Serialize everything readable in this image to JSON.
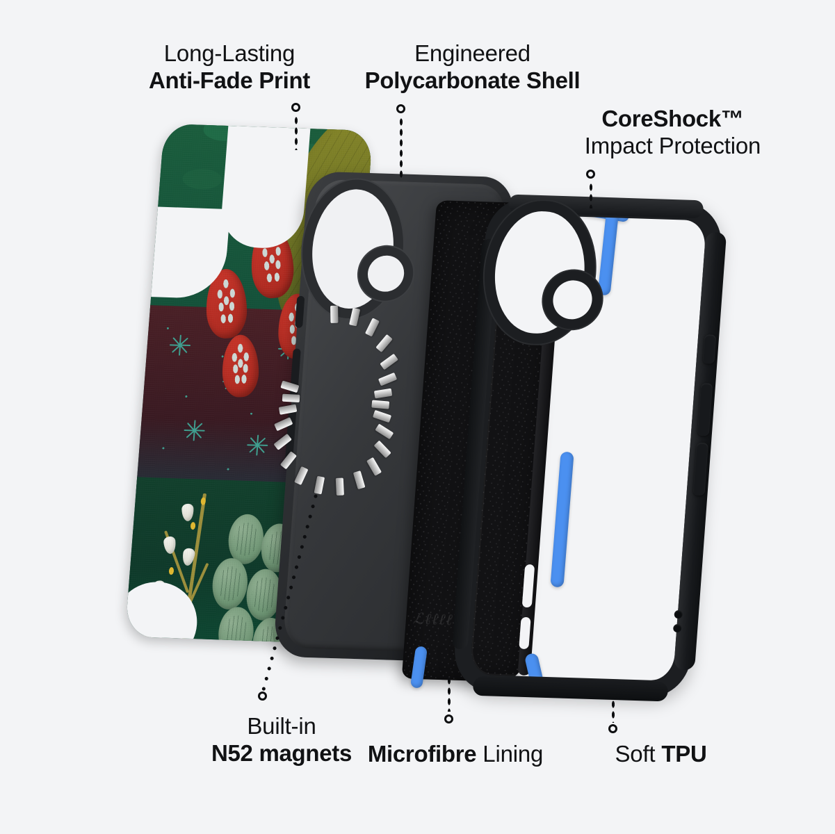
{
  "meta": {
    "subject": "Exploded view of a protective phone case showing its construction layers",
    "background_color": "#f3f4f6",
    "text_color": "#111214",
    "accent_blue": "#4b90f0",
    "shell_black": "#1c1e21",
    "magnet_silver": "#c9c9c9"
  },
  "callouts": [
    {
      "id": "print",
      "line1": "Long-Lasting",
      "line2": "Anti-Fade Print",
      "bold": "line2",
      "position": "top-left",
      "connector": "below-center"
    },
    {
      "id": "shell",
      "line1": "Engineered",
      "line2": "Polycarbonate Shell",
      "bold": "line2",
      "position": "top-center",
      "connector": "below-center"
    },
    {
      "id": "coreshock",
      "line1": "CoreShock™",
      "line2": "Impact Protection",
      "bold": "line1",
      "position": "top-right",
      "connector": "below-left"
    },
    {
      "id": "magnets",
      "line1": "Built-in",
      "line2": "N52 magnets",
      "bold": "line2",
      "position": "bottom-left",
      "connector": "above-center-diagonal"
    },
    {
      "id": "microfibre",
      "line1": "Microfibre",
      "line2": " Lining",
      "bold": "line1",
      "inline": true,
      "position": "bottom-center",
      "connector": "above-center"
    },
    {
      "id": "tpu",
      "line1": "Soft ",
      "line2": "TPU",
      "bold": "line2",
      "inline": true,
      "position": "bottom-right",
      "connector": "above-center"
    }
  ],
  "layers": [
    {
      "name": "printed-back-plate",
      "label": "Anti-Fade Print",
      "description": "Botanical illustration printed panel: dark green foliage, olive leaf, red seed pods with pale seeds, teal star plants, white bell flowers, sage-green pod cluster and a teal feather frond",
      "colors": [
        "#1b5e3d",
        "#6e7324",
        "#c9352a",
        "#4a2026",
        "#6d9473",
        "#f4f4ee",
        "#2f6f74"
      ]
    },
    {
      "name": "magnet-ring",
      "label": "N52 magnets",
      "description": "Segmented metallic magnet ring, 22 silver bar segments arranged in a circle",
      "segment_count": 22,
      "color": "#c9c9c9"
    },
    {
      "name": "polycarbonate-shell",
      "label": "Polycarbonate Shell",
      "description": "Rigid dark grey shell with large oval camera cutout and small circular lens cutout",
      "color": "#2c2e31"
    },
    {
      "name": "microfibre-lining",
      "label": "Microfibre Lining",
      "description": "Black suede-textured inner lining panel with a faint embossed script logo",
      "color": "#121214"
    },
    {
      "name": "coreshock-core",
      "label": "CoreShock™ Impact Protection",
      "description": "Bright blue impact-absorbing inserts running along the frame edges",
      "color": "#4b90f0"
    },
    {
      "name": "tpu-bumper",
      "label": "Soft TPU",
      "description": "Flexible black TPU outer bumper frame with action button, volume up, volume down cutouts and a speaker grille",
      "color": "#1c1e21",
      "buttons": [
        "action",
        "volume-up",
        "volume-down"
      ],
      "speaker_holes": 2
    }
  ],
  "microfibre": {
    "emboss_text": "ℒℓℓℓℓ"
  }
}
